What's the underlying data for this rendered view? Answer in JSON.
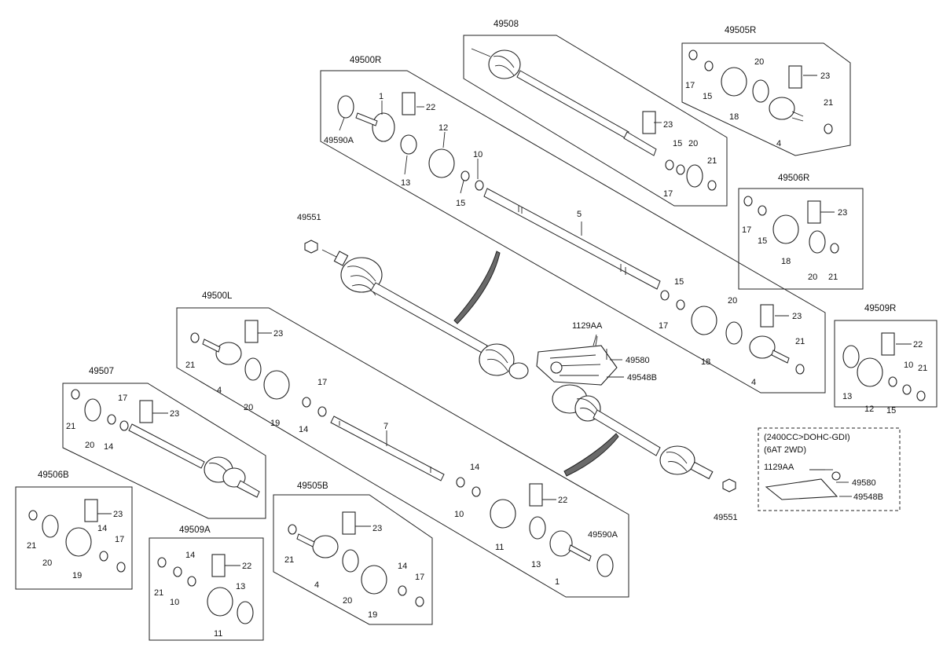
{
  "groups": {
    "g49508": "49508",
    "g49505R": "49505R",
    "g49500R": "49500R",
    "g49506R": "49506R",
    "g49509R": "49509R",
    "g49500L": "49500L",
    "g49507": "49507",
    "g49506B": "49506B",
    "g49509A": "49509A",
    "g49505B": "49505B"
  },
  "labels": {
    "n1": "1",
    "n4": "4",
    "n5": "5",
    "n7": "7",
    "n10": "10",
    "n11": "11",
    "n12": "12",
    "n13": "13",
    "n14": "14",
    "n15": "15",
    "n17": "17",
    "n18": "18",
    "n19": "19",
    "n20": "20",
    "n21": "21",
    "n22": "22",
    "n23": "23",
    "p49590A": "49590A",
    "p49551": "49551",
    "p1129AA": "1129AA",
    "p49580": "49580",
    "p49548B": "49548B"
  },
  "note": {
    "line1": "(2400CC>DOHC-GDI)",
    "line2": "(6AT 2WD)"
  }
}
